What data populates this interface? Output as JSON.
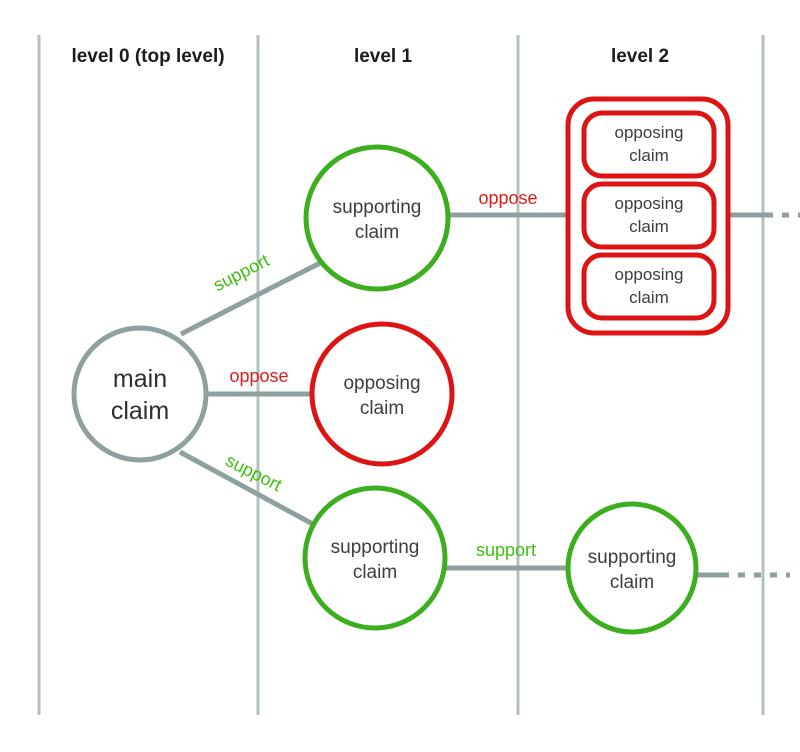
{
  "diagram": {
    "title": "argument-map",
    "colors": {
      "support": "#3fbf10",
      "oppose": "#dd1414",
      "neutral": "#8ea0a0",
      "divider": "#b2c2c2",
      "text": "#3a3f3f",
      "background": "#ffffff"
    },
    "levels": [
      {
        "id": "level-0",
        "label": "level 0 (top level)"
      },
      {
        "id": "level-1",
        "label": "level 1"
      },
      {
        "id": "level-2",
        "label": "level 2"
      }
    ],
    "nodes": {
      "main_claim": {
        "line1": "main",
        "line2": "claim",
        "type": "main",
        "color": "neutral"
      },
      "l1_supporting_top": {
        "line1": "supporting",
        "line2": "claim",
        "type": "supporting",
        "color": "support"
      },
      "l1_opposing_mid": {
        "line1": "opposing",
        "line2": "claim",
        "type": "opposing",
        "color": "oppose"
      },
      "l1_supporting_bottom": {
        "line1": "supporting",
        "line2": "claim",
        "type": "supporting",
        "color": "support"
      },
      "l2_supporting": {
        "line1": "supporting",
        "line2": "claim",
        "type": "supporting",
        "color": "support"
      }
    },
    "group": {
      "id": "l2-opposing-group",
      "type": "opposing",
      "color": "oppose",
      "items": [
        {
          "line1": "opposing",
          "line2": "claim"
        },
        {
          "line1": "opposing",
          "line2": "claim"
        },
        {
          "line1": "opposing",
          "line2": "claim"
        }
      ]
    },
    "edges": [
      {
        "id": "main-to-l1-supporting-top",
        "label": "support",
        "relation": "support"
      },
      {
        "id": "main-to-l1-opposing",
        "label": "oppose",
        "relation": "oppose"
      },
      {
        "id": "main-to-l1-supporting-bottom",
        "label": "support",
        "relation": "support"
      },
      {
        "id": "l1-supporting-top-to-l2-group",
        "label": "oppose",
        "relation": "oppose"
      },
      {
        "id": "l1-supporting-bottom-to-l2-supporting",
        "label": "support",
        "relation": "support"
      }
    ],
    "continuations": [
      {
        "id": "continuation-top",
        "style": "dashed"
      },
      {
        "id": "continuation-bottom",
        "style": "dashed"
      }
    ]
  }
}
